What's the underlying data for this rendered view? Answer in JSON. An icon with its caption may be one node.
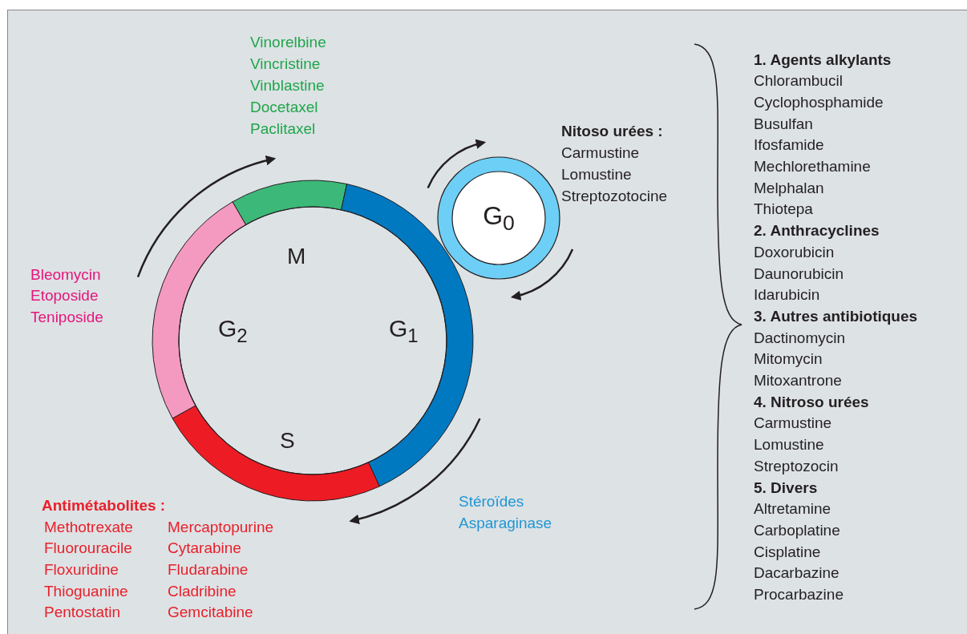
{
  "diagram": {
    "nodes": [
      {
        "text": [
          "G$_{0}$"
        ]
      }
    ],
    "edges": [],
    "labels": [
      "Vinorelbine",
      "Vincristine",
      "Vinblastine",
      "Docetaxel",
      "Paclitaxel",
      "Nitoso urées :",
      "Carmustine",
      "Lomustine",
      "Streptozotocine",
      "M",
      "Bleomycin",
      "Etoposide",
      "Teniposide",
      "G$_{2}$",
      "G$_{1}$",
      "S",
      "Stéroïdes",
      "Asparaginase",
      "Antimétabolites :",
      "Methotrexate",
      "Mercaptopurine",
      "Fluorouracile",
      "Cytarabine",
      "Floxuridine",
      "Fludarabine",
      "Thioguanine",
      "Cladribine",
      "Pentostatin",
      "Gemcitabine",
      "1. Agents alkylants",
      "Chlorambucil",
      "Cyclophosphamide",
      "Busulfan",
      "Ifosfamide",
      "Mechlorethamine",
      "Melphalan",
      "Thiotepa",
      "2. Anthracyclines",
      "Doxorubicin",
      "Daunorubicin",
      "Idarubicin",
      "3. Autres antibiotiques",
      "Dactinomycin",
      "Mitomycin",
      "Mitoxantrone",
      "4. Nitroso urées",
      "Carmustine",
      "Lomustine",
      "Streptozocin",
      "5. Divers",
      "Altretamine",
      "Carboplatine",
      "Cisplatine",
      "Dacarbazine",
      "Procarbazine"
    ]
  }
}
